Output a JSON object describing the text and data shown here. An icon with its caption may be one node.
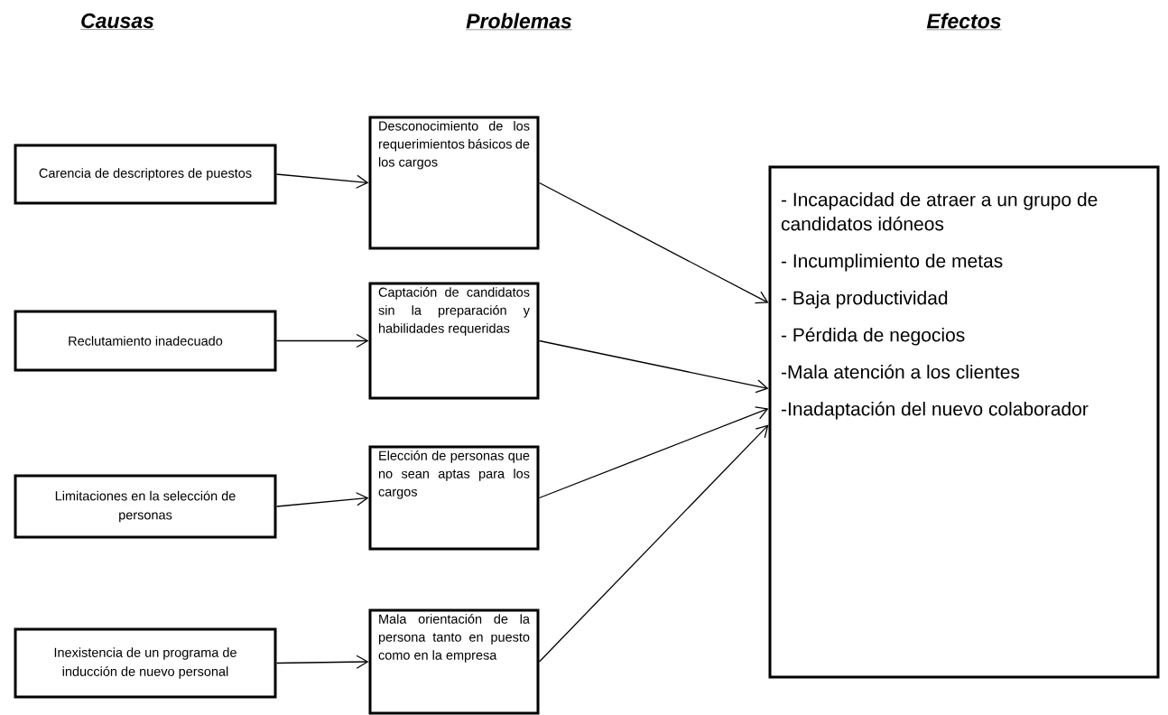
{
  "diagram": {
    "nodes": [
      {
        "text": [
          "Carencia de descriptores de puestos"
        ]
      },
      {
        "text": [
          "Desconocimiento de los requerimientos básicos de los cargos"
        ]
      },
      {
        "text": [
          "Reclutamiento inadecuado"
        ]
      },
      {
        "text": [
          "Captación de candidatos sin la preparación y habilidades requeridas"
        ]
      },
      {
        "text": [
          "Limitaciones en la selección de personas"
        ]
      },
      {
        "text": [
          "Elección de personas que no sean aptas para los cargos"
        ]
      },
      {
        "text": [
          "Inexistencia de un programa de inducción de nuevo personal"
        ]
      },
      {
        "text": [
          "Mala orientación de la persona tanto en puesto como en la empresa"
        ]
      },
      {
        "text": [
          "- Incapacidad de atraer a un grupo de candidatos idóneos",
          "- Incumplimiento de metas",
          "- Baja productividad",
          "- Pérdida de negocios",
          "-Mala atención a  los clientes",
          "-Inadaptación del  nuevo colaborador"
        ]
      }
    ],
    "edges": [
      {
        "from": 0,
        "to": 1,
        "arrow": "to"
      },
      {
        "from": 1,
        "to": 8,
        "arrow": "to"
      },
      {
        "from": 2,
        "to": 3,
        "arrow": "to"
      },
      {
        "from": 3,
        "to": 8,
        "arrow": "to"
      },
      {
        "from": 4,
        "to": 5,
        "arrow": "to"
      },
      {
        "from": 5,
        "to": 8,
        "arrow": "to"
      },
      {
        "from": 6,
        "to": 7,
        "arrow": "to"
      },
      {
        "from": 7,
        "to": 8,
        "arrow": "to"
      }
    ],
    "labels": [
      "Causas",
      "Problemas",
      "Efectos"
    ]
  }
}
